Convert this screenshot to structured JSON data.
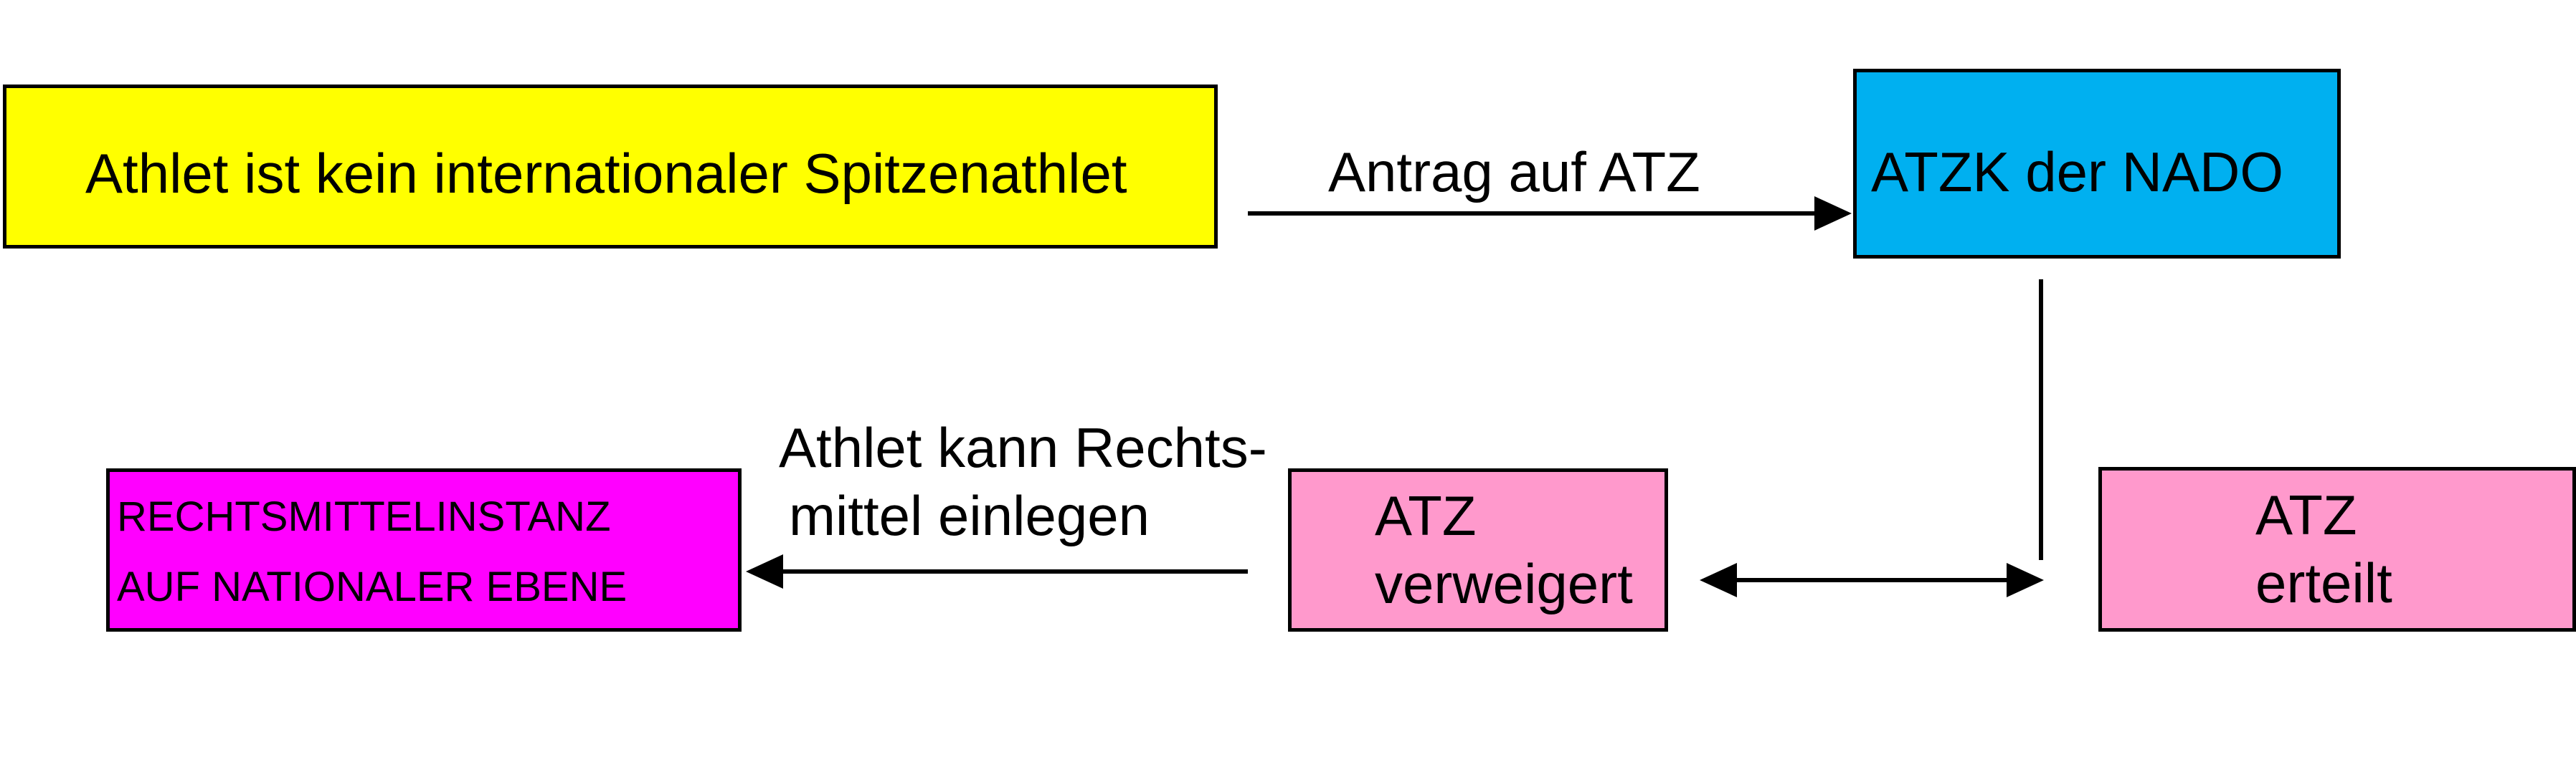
{
  "boxes": {
    "athlete": {
      "text": "Athlet ist kein internationaler Spitzenathlet",
      "color": "#ffff00"
    },
    "atzk": {
      "text": "ATZK der NADO",
      "color": "#00b0f0"
    },
    "verweigert": {
      "line1": "ATZ",
      "line2": "verweigert",
      "color": "#ff99cc"
    },
    "erteilt": {
      "line1": "ATZ",
      "line2": "erteilt",
      "color": "#ff99cc"
    },
    "rechtsmittel": {
      "line1": "RECHTSMITTELINSTANZ",
      "line2": "AUF NATIONALER EBENE",
      "color": "#ff00ff"
    }
  },
  "edges": {
    "antrag": {
      "text": "Antrag auf ATZ"
    },
    "rechtsmittel": {
      "line1": "Athlet kann Rechts-",
      "line2": "mittel einlegen"
    }
  }
}
